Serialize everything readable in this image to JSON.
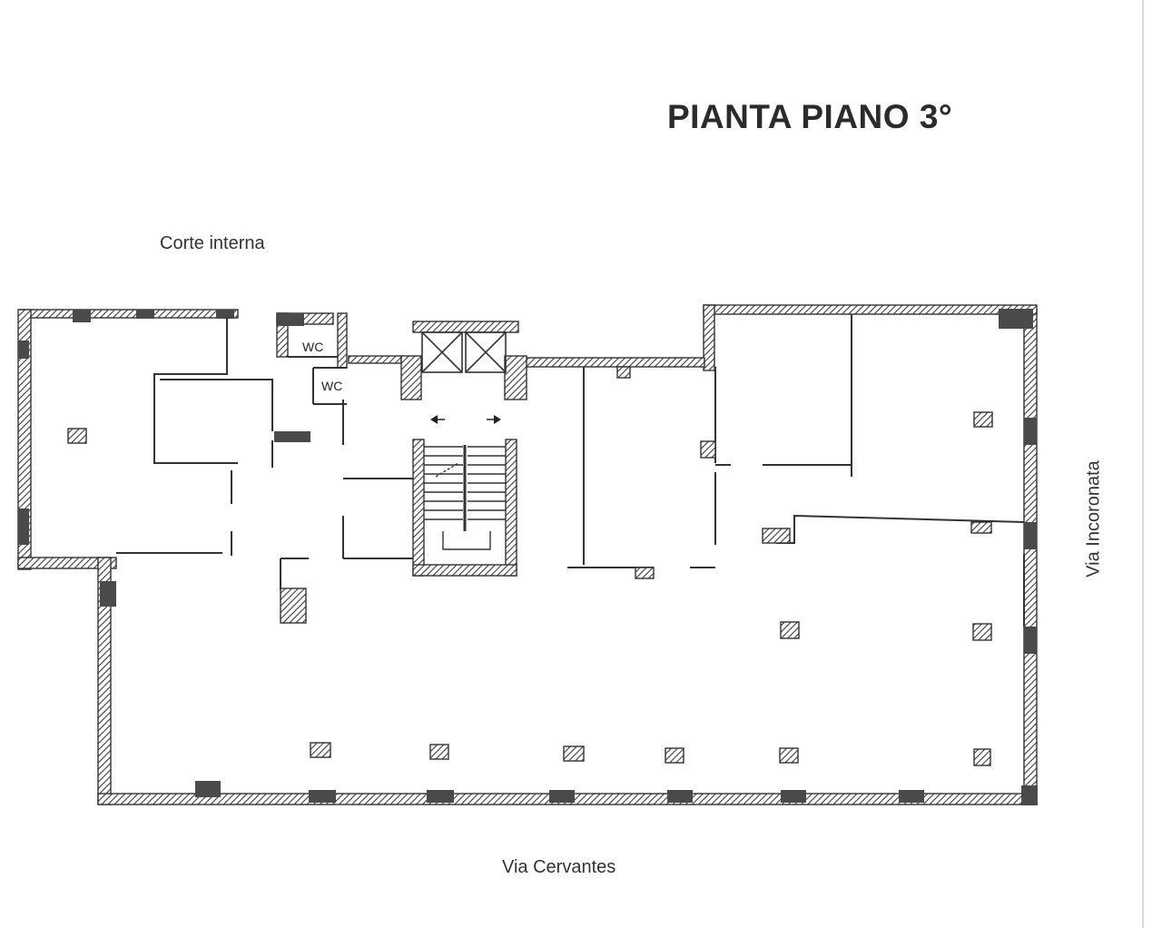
{
  "title": "PIANTA PIANO 3°",
  "labels": {
    "courtyard": "Corte interna",
    "street_south": "Via Cervantes",
    "street_east": "Via Incoronata",
    "wc_upper": "WC",
    "wc_lower": "WC"
  },
  "colors": {
    "wall": "#3a3a3a",
    "wall_hatch": "#6a6a6a",
    "background": "#ffffff"
  },
  "icons": [
    "stair-arrow-left-icon",
    "stair-arrow-right-icon",
    "elevator-cross-icon"
  ]
}
